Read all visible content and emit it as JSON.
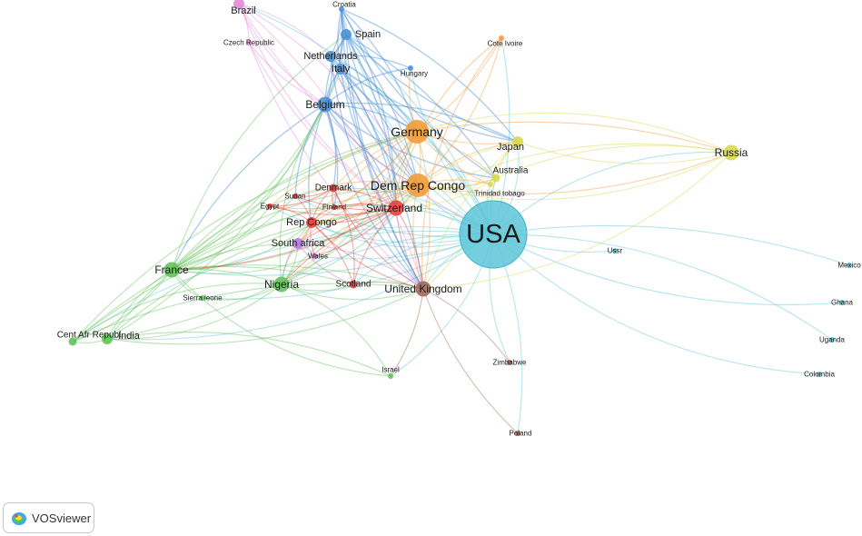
{
  "app": {
    "name": "VOSviewer"
  },
  "network": {
    "nodes": [
      {
        "id": "usa",
        "label": "USA",
        "cluster": "cyan",
        "weight": 10
      },
      {
        "id": "germany",
        "label": "Germany",
        "cluster": "orange",
        "weight": 4
      },
      {
        "id": "drc",
        "label": "Dem Rep Congo",
        "cluster": "orange",
        "weight": 4
      },
      {
        "id": "uk",
        "label": "United Kingdom",
        "cluster": "brown",
        "weight": 3.6
      },
      {
        "id": "switzerland",
        "label": "Switzerland",
        "cluster": "red",
        "weight": 3.4
      },
      {
        "id": "france",
        "label": "France",
        "cluster": "green",
        "weight": 3.2
      },
      {
        "id": "nigeria",
        "label": "Nigeria",
        "cluster": "green",
        "weight": 3.2
      },
      {
        "id": "belgium",
        "label": "Belgium",
        "cluster": "blue",
        "weight": 3.2
      },
      {
        "id": "russia",
        "label": "Russia",
        "cluster": "yellow",
        "weight": 3.2
      },
      {
        "id": "japan",
        "label": "Japan",
        "cluster": "yellow",
        "weight": 2.6
      },
      {
        "id": "australia",
        "label": "Australia",
        "cluster": "yellow",
        "weight": 2
      },
      {
        "id": "rep_congo",
        "label": "Rep Congo",
        "cluster": "red",
        "weight": 2.6
      },
      {
        "id": "south_africa",
        "label": "South africa",
        "cluster": "purple",
        "weight": 2.6
      },
      {
        "id": "india",
        "label": "India",
        "cluster": "green",
        "weight": 2.6
      },
      {
        "id": "spain",
        "label": "Spain",
        "cluster": "blue",
        "weight": 2.4
      },
      {
        "id": "netherlands",
        "label": "Netherlands",
        "cluster": "blue",
        "weight": 2.4
      },
      {
        "id": "italy",
        "label": "Italy",
        "cluster": "blue",
        "weight": 2.4
      },
      {
        "id": "brazil",
        "label": "Brazil",
        "cluster": "pink",
        "weight": 2.4
      },
      {
        "id": "denmark",
        "label": "Denmark",
        "cluster": "red",
        "weight": 2.2
      },
      {
        "id": "cent_afr",
        "label": "Cent Afr Republ",
        "cluster": "green",
        "weight": 2.2
      },
      {
        "id": "scotland",
        "label": "Scotland",
        "cluster": "red",
        "weight": 2
      },
      {
        "id": "wales",
        "label": "Wales",
        "cluster": "purple",
        "weight": 1.8
      },
      {
        "id": "israel",
        "label": "Israel",
        "cluster": "green",
        "weight": 1.8
      },
      {
        "id": "ussr",
        "label": "Ussr",
        "cluster": "cyan",
        "weight": 1.8
      },
      {
        "id": "sudan",
        "label": "Sudan",
        "cluster": "red",
        "weight": 1.6
      },
      {
        "id": "finland",
        "label": "Finland",
        "cluster": "red",
        "weight": 1.6
      },
      {
        "id": "egypt",
        "label": "Egypt",
        "cluster": "red",
        "weight": 1.6
      },
      {
        "id": "sierra_leone",
        "label": "Sierra leone",
        "cluster": "green",
        "weight": 1.6
      },
      {
        "id": "czech",
        "label": "Czech Republic",
        "cluster": "pink",
        "weight": 1.6
      },
      {
        "id": "croatia",
        "label": "Croatia",
        "cluster": "blue",
        "weight": 1.4
      },
      {
        "id": "hungary",
        "label": "Hungary",
        "cluster": "blue",
        "weight": 1.6
      },
      {
        "id": "cote_ivoire",
        "label": "Cote Ivoire",
        "cluster": "orange",
        "weight": 1.6
      },
      {
        "id": "trinidad",
        "label": "Trinidad tobago",
        "cluster": "yellow",
        "weight": 1.4
      },
      {
        "id": "zimbabwe",
        "label": "Zimbabwe",
        "cluster": "brown",
        "weight": 1.4
      },
      {
        "id": "poland",
        "label": "Poland",
        "cluster": "brown",
        "weight": 1.6
      },
      {
        "id": "mexico",
        "label": "Mexico",
        "cluster": "cyan",
        "weight": 1.4
      },
      {
        "id": "ghana",
        "label": "Ghana",
        "cluster": "cyan",
        "weight": 1.4
      },
      {
        "id": "uganda",
        "label": "Uganda",
        "cluster": "cyan",
        "weight": 1.4
      },
      {
        "id": "colombia",
        "label": "Colombia",
        "cluster": "cyan",
        "weight": 1.4
      }
    ],
    "cluster_colors": {
      "cyan": "#5cc6d8",
      "orange": "#f39c3a",
      "red": "#e8413e",
      "green": "#61c45a",
      "blue": "#4b91d4",
      "yellow": "#d9d84f",
      "purple": "#b57ae0",
      "brown": "#a06a5c",
      "pink": "#e68ad6"
    }
  }
}
